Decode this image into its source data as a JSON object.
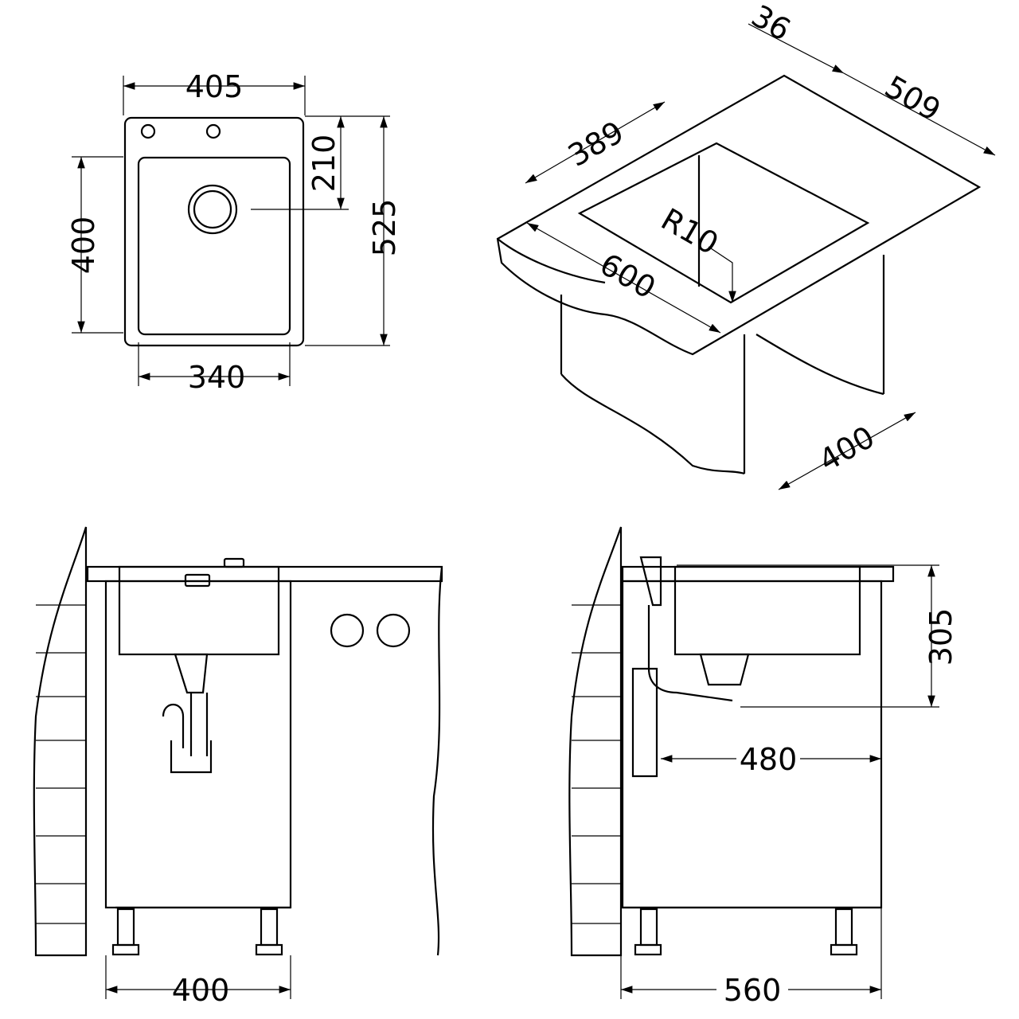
{
  "colors": {
    "line": "#000000",
    "background": "#ffffff"
  },
  "top_view": {
    "overall_width": "405",
    "bowl_width": "340",
    "bowl_depth": "400",
    "overall_depth": "525",
    "drain_offset": "210"
  },
  "iso_view": {
    "edge": "36",
    "depth": "509",
    "bowl_width": "389",
    "radius": "R10",
    "cabinet_width": "600",
    "cabinet_depth": "400"
  },
  "front_view": {
    "cabinet_width": "400"
  },
  "side_view": {
    "sink_height": "305",
    "drain_distance": "480",
    "cabinet_depth": "560"
  }
}
